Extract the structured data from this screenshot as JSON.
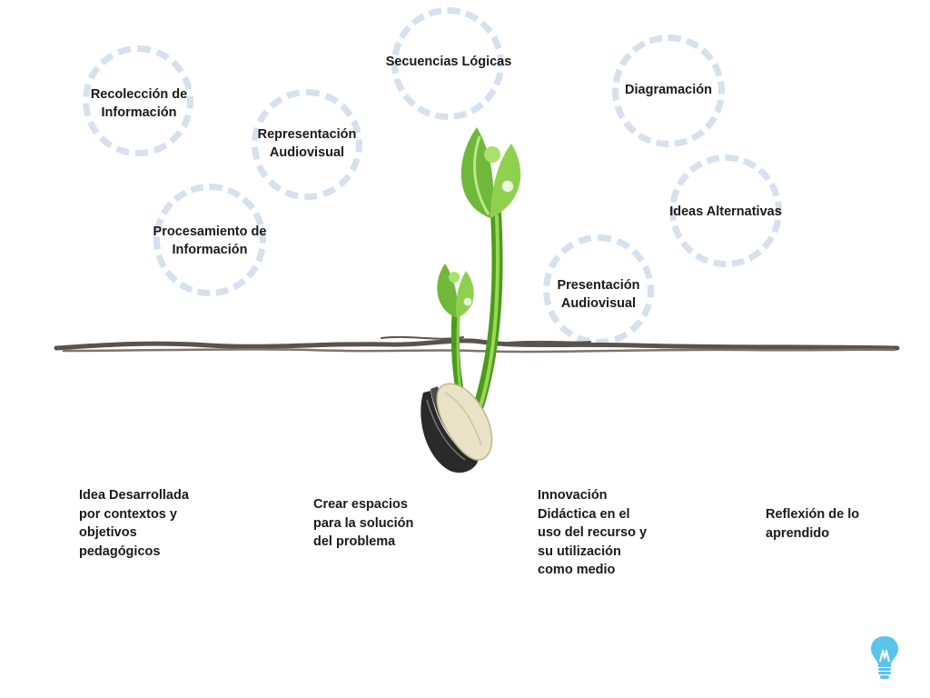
{
  "concepts": {
    "recoleccion": "Recolección de\nInformación",
    "representacion": "Representación\nAudiovisual",
    "secuencias": "Secuencias Lógicas",
    "diagramacion": "Diagramación",
    "ideas_alternativas": "Ideas Alternativas",
    "procesamiento": "Procesamiento de\nInformación",
    "presentacion": "Presentación\nAudiovisual"
  },
  "stages": {
    "idea": "Idea Desarrollada\npor contextos y\nobjetivos\npedagógicos",
    "crear": "Crear espacios\npara la solución\ndel problema",
    "innovacion": "Innovación\nDidáctica en el\nuso del recurso y\nsu utilización\ncomo medio",
    "reflexion": "Reflexión de lo\naprendido"
  },
  "colors": {
    "circle_border": "#d6e0ee",
    "ground": "#5b524d",
    "leaf_green": "#7dc242",
    "stem_green": "#4e9a1c",
    "bulb_blue": "#5bc4ea"
  },
  "icons": {
    "bulb": "lightbulb-icon",
    "sprout": "sprout-illustration"
  }
}
